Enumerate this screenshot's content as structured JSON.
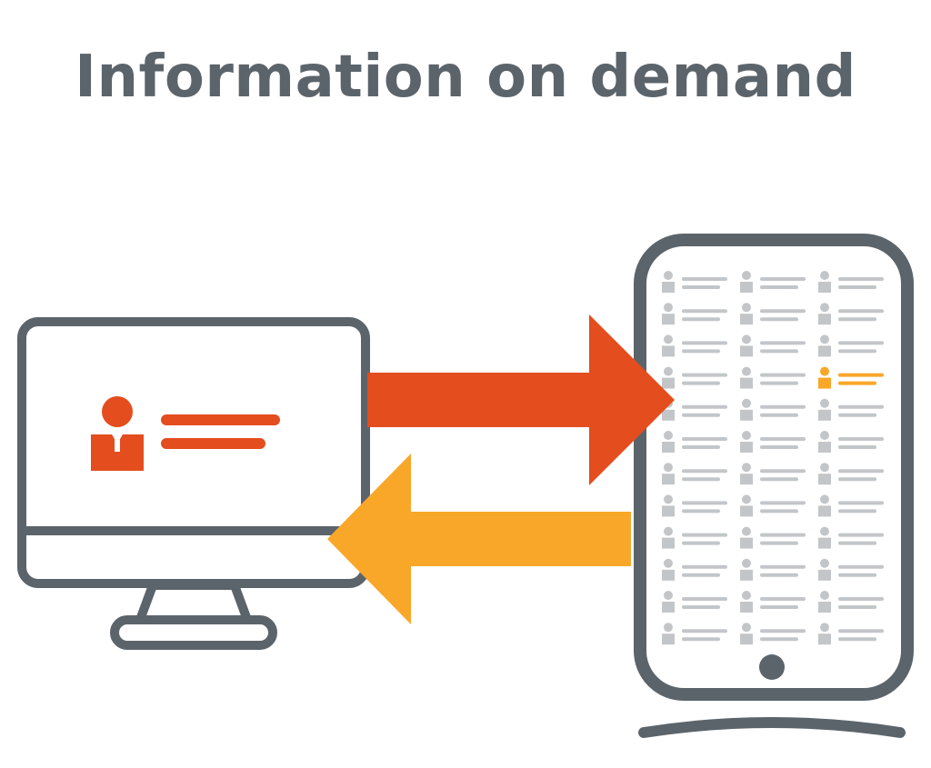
{
  "title": "Information on demand",
  "colors": {
    "outline": "#5c646b",
    "request_arrow": "#e44d1e",
    "response_arrow": "#f9a729",
    "directory_entry": "#c3c6c9",
    "highlighted_entry": "#f9a729"
  },
  "icons": {
    "client": "desktop-monitor-icon",
    "server": "server-tower-icon",
    "person": "person-icon"
  },
  "directory": {
    "rows": 12,
    "columns": 3,
    "highlighted_row": 4,
    "highlighted_column": 3
  }
}
